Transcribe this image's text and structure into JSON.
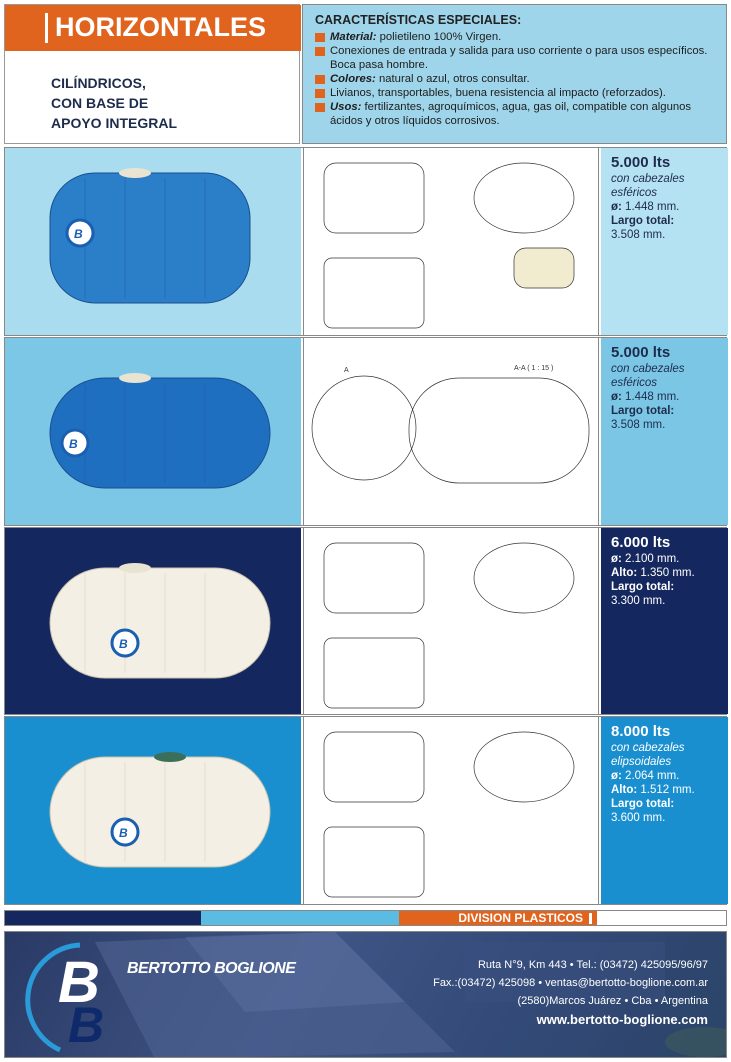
{
  "header": {
    "title": "HORIZONTALES",
    "subtitle_lines": [
      "CILÍNDRICOS,",
      "CON BASE DE",
      "APOYO INTEGRAL"
    ],
    "features_title": "CARACTERÍSTICAS ESPECIALES:",
    "features": [
      {
        "label": "Material:",
        "text": " polietileno 100% Virgen."
      },
      {
        "label": "",
        "text": "Conexiones de entrada y salida para uso corriente o para usos específicos. Boca pasa hombre."
      },
      {
        "label": "Colores:",
        "text": " natural o azul, otros consultar."
      },
      {
        "label": "",
        "text": "Livianos, transportables, buena resistencia al impacto (reforzados)."
      },
      {
        "label": "Usos:",
        "text": " fertilizantes, agroquímicos, agua, gas oil, compatible con algunos ácidos y otros líquidos corrosivos."
      }
    ]
  },
  "products": [
    {
      "capacity": "5.000 lts",
      "heads": "con cabezales esféricos",
      "diam_label": "ø:",
      "diam": " 1.448 mm.",
      "alto_label": "",
      "alto": "",
      "largo_label": "Largo total:",
      "largo": "3.508 mm.",
      "color": "#2a7fc8",
      "bg": "#a9dcef",
      "spec_bg": "#b5e2f2",
      "text": "#1d2c4c"
    },
    {
      "capacity": "5.000 lts",
      "heads": "con cabezales esféricos",
      "diam_label": "ø:",
      "diam": " 1.448 mm.",
      "alto_label": "",
      "alto": "",
      "largo_label": "Largo total:",
      "largo": "3.508 mm.",
      "color": "#1f6fc0",
      "bg": "#7cc7e6",
      "spec_bg": "#7cc6e5",
      "text": "#1d2c4c"
    },
    {
      "capacity": "6.000 lts",
      "heads": "",
      "diam_label": "ø:",
      "diam": " 2.100 mm.",
      "alto_label": "Alto:",
      "alto": " 1.350 mm.",
      "largo_label": "Largo total:",
      "largo": "3.300 mm.",
      "color": "#f3efe4",
      "bg": "#14275e",
      "spec_bg": "#14275e",
      "text": "#ffffff"
    },
    {
      "capacity": "8.000 lts",
      "heads": "con cabezales elipsoidales",
      "diam_label": "ø:",
      "diam": " 2.064 mm.",
      "alto_label": "Alto:",
      "alto": " 1.512 mm.",
      "largo_label": "Largo total:",
      "largo": "3.600 mm.",
      "color": "#f3efe4",
      "bg": "#1a8fd0",
      "spec_bg": "#1a8fd0",
      "text": "#ffffff"
    }
  ],
  "drawing_labels": {
    "section": "A-A ( 1 : 15 )",
    "a": "A"
  },
  "band": {
    "division": "DIVISION PLASTICOS"
  },
  "footer": {
    "brand": "BERTOTTO BOGLIONE",
    "address1": "Ruta N°9, Km 443 • Tel.: (03472) 425095/96/97",
    "address2": "Fax.:(03472) 425098 • ventas@bertotto-boglione.com.ar",
    "address3": "(2580)Marcos Juárez • Cba • Argentina",
    "web": "www.bertotto-boglione.com"
  }
}
